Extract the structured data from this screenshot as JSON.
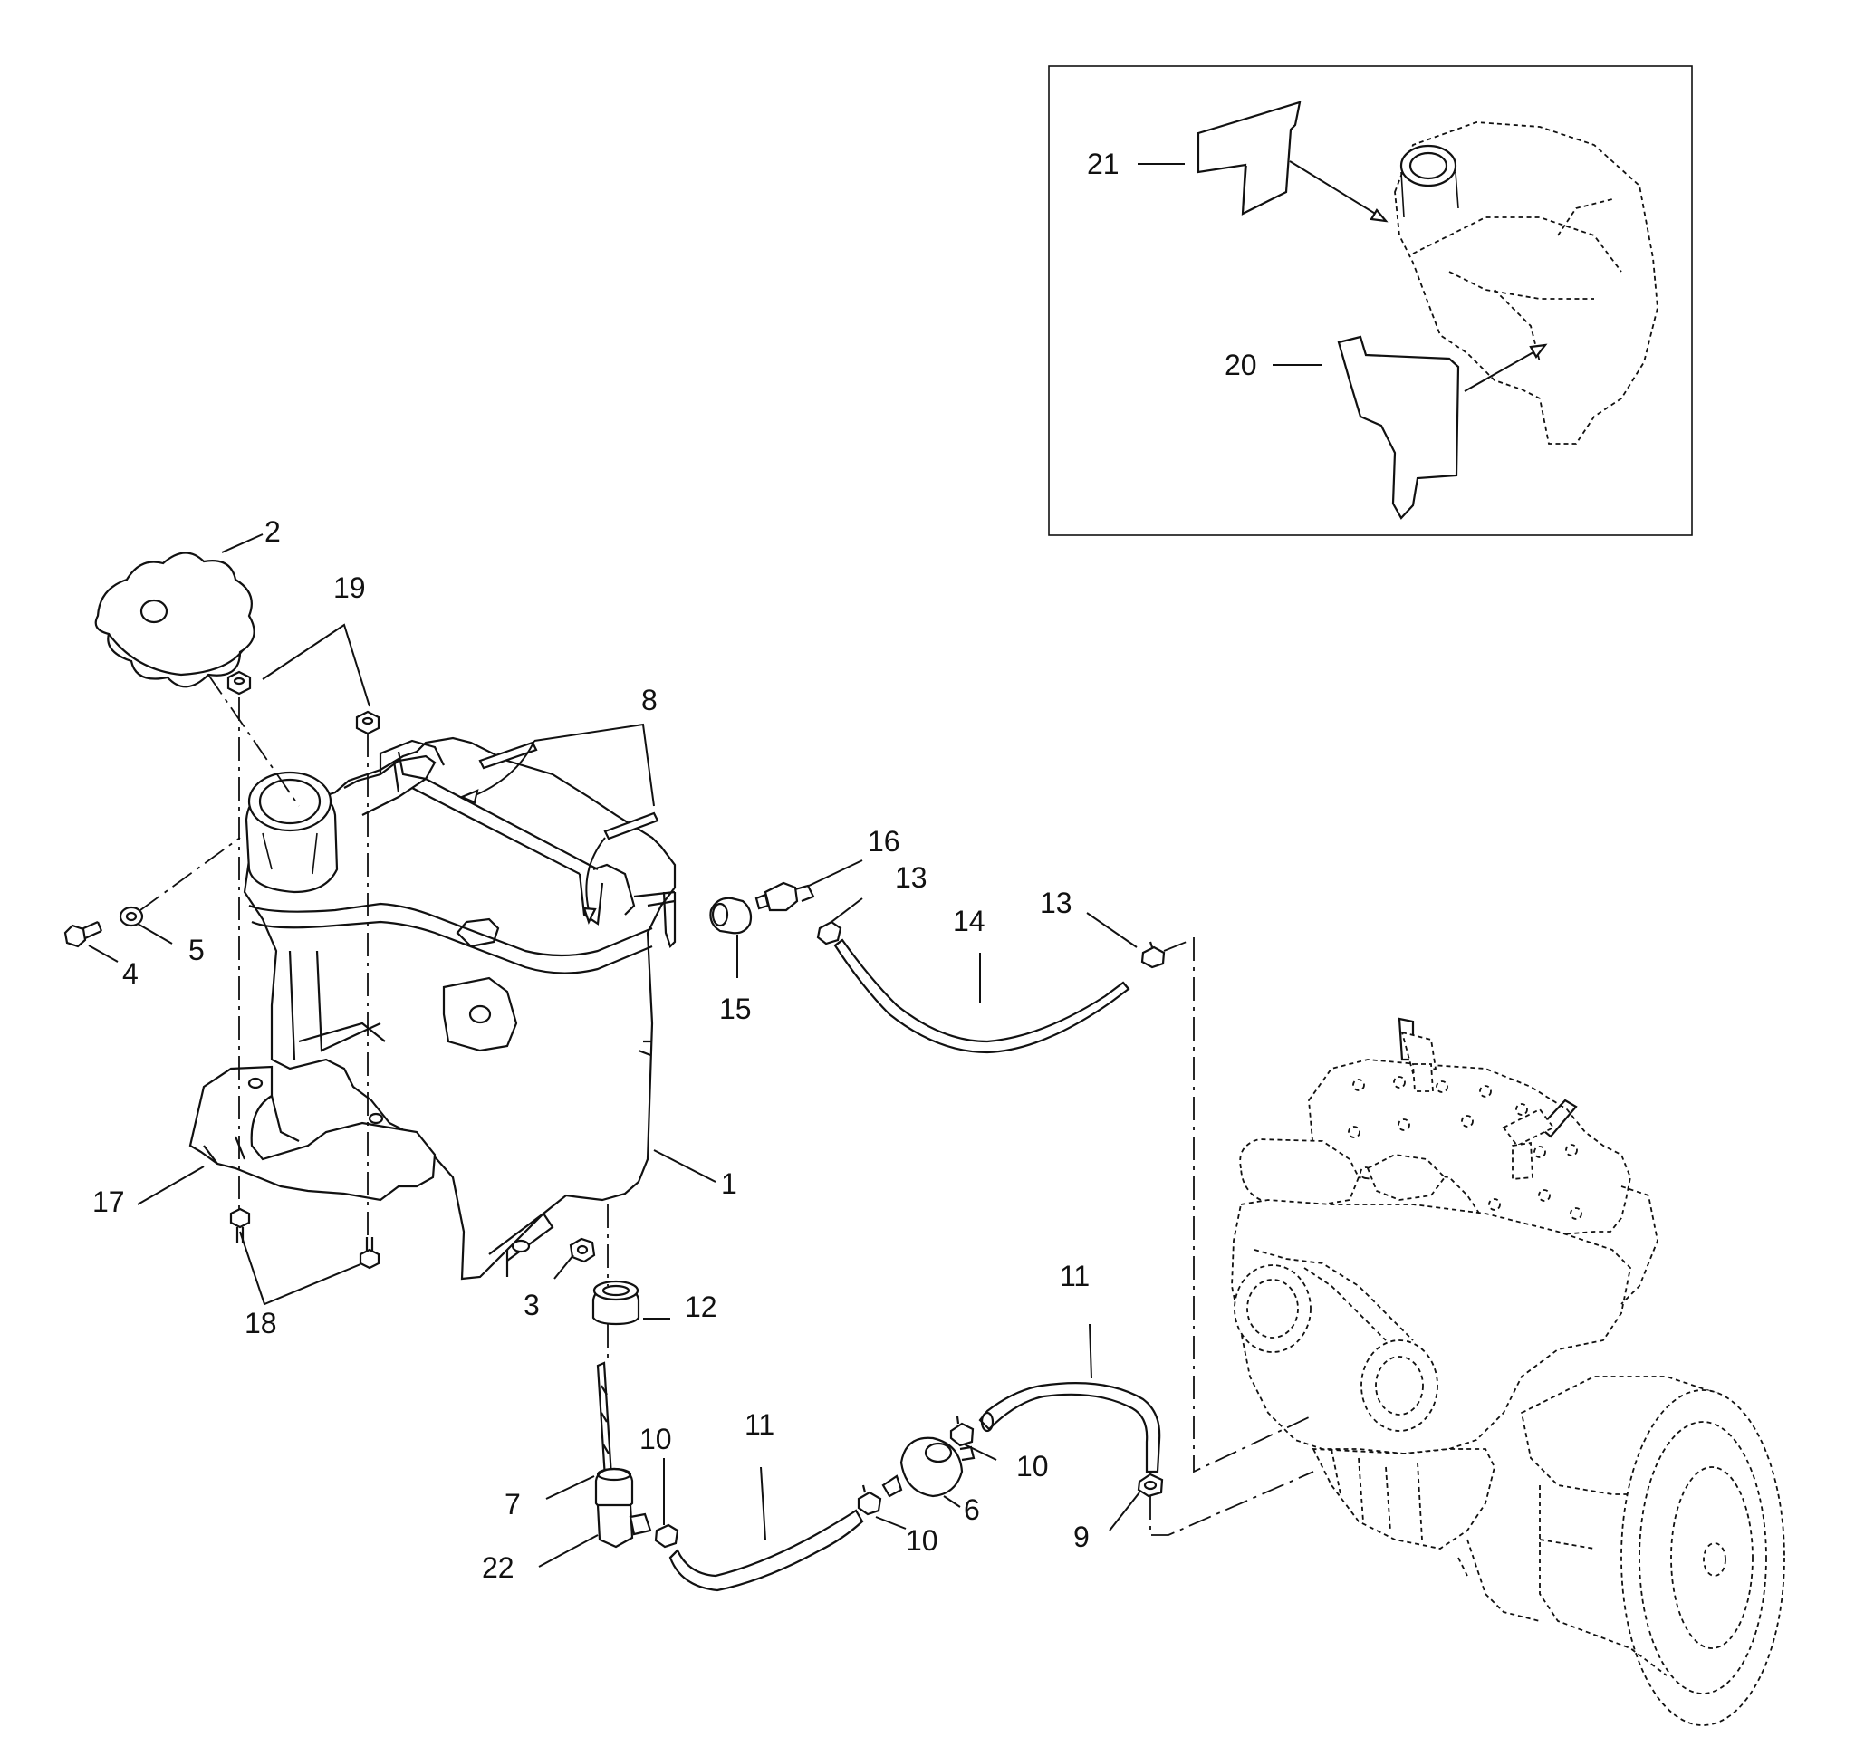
{
  "callouts": {
    "n1": "1",
    "n2": "2",
    "n3": "3",
    "n4": "4",
    "n5": "5",
    "n6": "6",
    "n7": "7",
    "n8": "8",
    "n9": "9",
    "n10a": "10",
    "n10b": "10",
    "n10c": "10",
    "n11a": "11",
    "n11b": "11",
    "n12": "12",
    "n13a": "13",
    "n13b": "13",
    "n14": "14",
    "n15": "15",
    "n16": "16",
    "n17": "17",
    "n18": "18",
    "n19": "19",
    "n20": "20",
    "n21": "21",
    "n22": "22"
  },
  "colors": {
    "line": "#111111",
    "background": "#ffffff"
  }
}
